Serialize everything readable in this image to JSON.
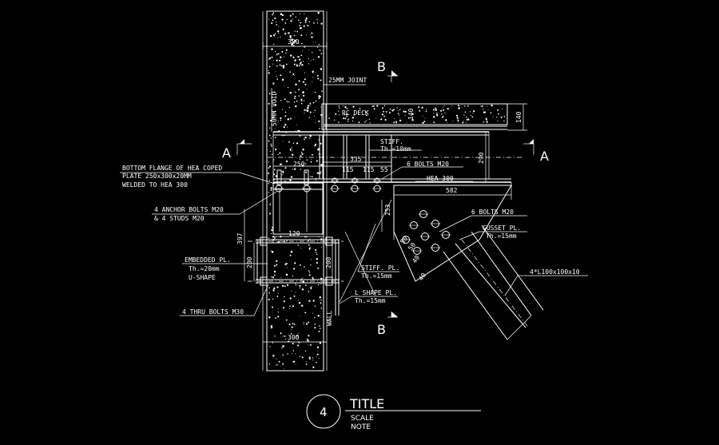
{
  "dims": {
    "wall_top": "300",
    "wall_bottom": "300",
    "d_250": "250",
    "d_335": "335",
    "d_115_a": "115",
    "d_115_b": "115",
    "d_55": "55",
    "d_120": "120",
    "d_397": "397",
    "d_200_left": "200",
    "d_200_right": "200",
    "d_140_deck": "140",
    "d_140_right": "140",
    "d_290": "290",
    "d_582": "582",
    "d_253": "253",
    "d_50_a": "50",
    "d_50_b": "50",
    "d_40_a": "40",
    "d_40_b": "40",
    "d_50mm_void": "50MM VOID"
  },
  "section_marks": {
    "b_top": "B",
    "b_bottom": "B",
    "a_left": "A",
    "a_right": "A"
  },
  "labels": {
    "joint": "25MM JOINT",
    "rc_deck": "RC DECK",
    "stiff": "STIFF.",
    "stiff_th": "Th.=10mm",
    "bottom_flange_1": "BOTTOM FLANGE OF HEA COPED",
    "bottom_flange_2": "PLATE 250x300x20MM",
    "bottom_flange_3": "WELDED TO HEA 300",
    "bolts_m20_top": "6 BOLTS M20",
    "hea300": "HEA 300",
    "anchor_1": "4 ANCHOR BOLTS M20",
    "anchor_2": "& 4 STUDS M20",
    "bolts_m20_right": "6 BOLTS M20",
    "gusset": "GUSSET PL.",
    "gusset_th": "Th.=15mm",
    "angle": "4*L100x100x10",
    "embedded_1": "EMBEDDED PL.",
    "embedded_2": "Th.=20mm",
    "embedded_3": "U-SHAPE",
    "stiff_pl": "STIFF. PL.",
    "stiff_pl_th": "Th.=15mm",
    "lshape": "L SHAPE PL.",
    "lshape_th": "Th.=15mm",
    "thru_bolts": "4 THRU BOLTS M30",
    "wall": "WALL"
  },
  "title_block": {
    "number": "4",
    "title": "TITLE",
    "scale": "SCALE",
    "note": "NOTE"
  }
}
